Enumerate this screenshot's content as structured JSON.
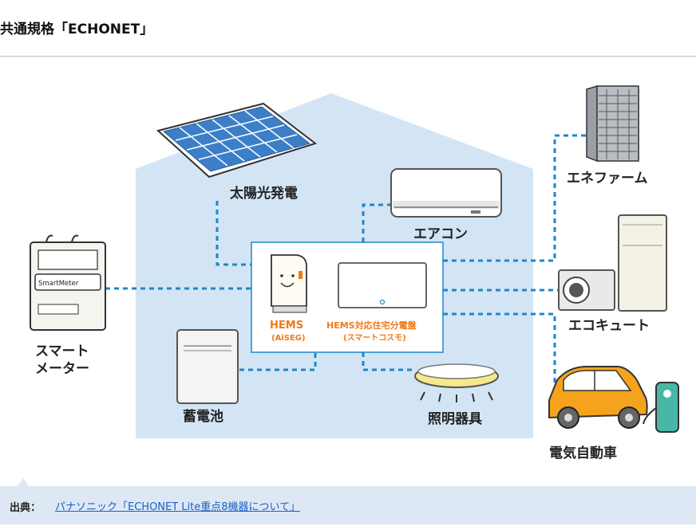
{
  "page": {
    "title": "共通規格「ECHONET」"
  },
  "diagram": {
    "devices": {
      "solar": "太陽光発電",
      "aircon": "エアコン",
      "enefarm": "エネファーム",
      "ecocute": "エコキュート",
      "ev": "電気自動車",
      "lighting": "照明器具",
      "battery": "蓄電池",
      "meter_line1": "スマート",
      "meter_line2": "メーター",
      "meter_text": "SmartMeter"
    },
    "hub": {
      "hems_label": "HEMS",
      "hems_sub": "(AiSEG)",
      "panel_label": "HEMS対応住宅分電盤",
      "panel_sub": "(スマートコスモ)"
    },
    "colors": {
      "house": "#d3e5f5",
      "line": "#1e88c8",
      "accent": "#f07a1a",
      "car": "#f5a31c"
    }
  },
  "source": {
    "label": "出典：",
    "link_text": "パナソニック「ECHONET Lite重点8機器について」"
  }
}
